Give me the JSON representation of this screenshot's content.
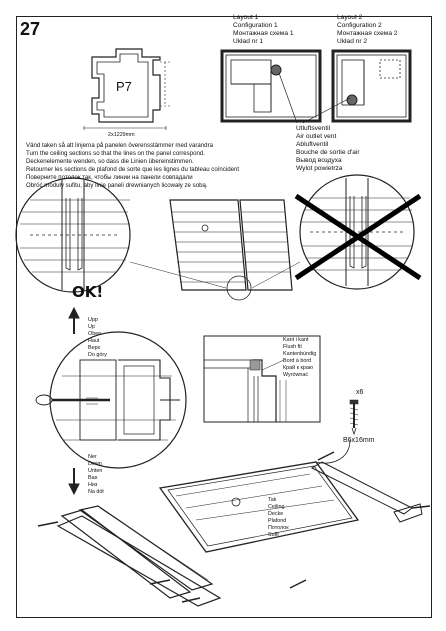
{
  "step_number": "27",
  "panel_label": "P7",
  "panel_dimension": "2x1229mm",
  "layout1": [
    "Layout 1",
    "Configuration 1",
    "Монтажная схема 1",
    "Układ nr 1"
  ],
  "layout2": [
    "Layout 2",
    "Configuration 2",
    "Монтажная схема 2",
    "Układ nr 2"
  ],
  "outlet_vent": [
    "Utluftsventil",
    "Air outlet vent",
    "Abluftventil",
    "Bouche de sortie d'air",
    "Вывод воздуха",
    "Wylot powietrza"
  ],
  "instructions": [
    "Vänd taken så att linjerna på panelen överensstämmer med varandra",
    "Turn the ceiling sections so that the lines on the panel correspond.",
    "Deckenelemente wenden, so dass die Linien übereinstimmen.",
    "Retourner les sections de plafond de sorte que les lignes du tableau coïncident",
    "Поверните потолок так, чтобы линии на панели совпадали",
    "Obróć moduły sufitu, aby linie paneli drewnianych licowały ze sobą."
  ],
  "ok_label": "OK!",
  "up_labels": [
    "Upp",
    "Up",
    "Oben",
    "Haut",
    "Верх",
    "Do góry"
  ],
  "down_labels": [
    "Ner",
    "Down",
    "Unten",
    "Bas",
    "Низ",
    "Na dół"
  ],
  "flush_labels": [
    "Kant i kant",
    "Flush fit",
    "Kantenbündig",
    "Bord à bord",
    "Край к краю",
    "Wyrównać"
  ],
  "screw_qty": "x6",
  "screw_size": "B6x16mm",
  "ceiling_labels": [
    "Tak",
    "Ceiling",
    "Decke",
    "Plafond",
    "Потолок",
    "Sufit"
  ]
}
